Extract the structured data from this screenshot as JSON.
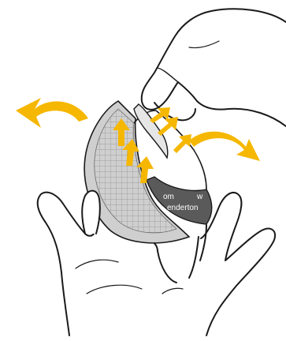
{
  "illustration": {
    "label_lines": [
      "om",
      "w",
      "enderton"
    ],
    "colors": {
      "arrow": "#f5b700",
      "outline": "#1a1a1a",
      "liner_fill": "#cfcfcf",
      "label_dark": "#5a5a5a",
      "background": "#ffffff"
    },
    "icons": [
      "hand-left-outline",
      "hand-right-outline",
      "adhesive-patch",
      "peel-arrow",
      "curved-arrow"
    ]
  }
}
